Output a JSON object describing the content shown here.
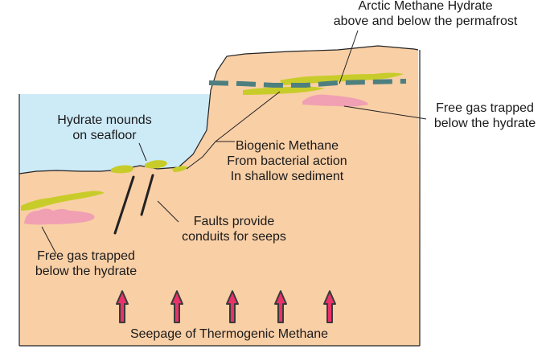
{
  "labels": {
    "arctic_title_1": "Arctic Methane Hydrate",
    "arctic_title_2": "above and below the permafrost",
    "free_gas_right_1": "Free gas trapped",
    "free_gas_right_2": "below the hydrate",
    "hydrate_mounds_1": "Hydrate mounds",
    "hydrate_mounds_2": "on seafloor",
    "biogenic_1": "Biogenic Methane",
    "biogenic_2": "From bacterial action",
    "biogenic_3": "In shallow sediment",
    "faults_1": "Faults provide",
    "faults_2": "conduits for seeps",
    "free_gas_left_1": "Free gas trapped",
    "free_gas_left_2": "below the hydrate",
    "seepage": "Seepage of Thermogenic Methane"
  },
  "colors": {
    "sediment": "#f9cfa6",
    "water": "#cdeaf7",
    "hydrate": "#c8cc2a",
    "free_gas": "#f0a0b2",
    "permafrost": "#4e7f7f",
    "arrow_fill": "#e8326a",
    "arrow_edge": "#3a3a3a",
    "line": "#222222"
  }
}
